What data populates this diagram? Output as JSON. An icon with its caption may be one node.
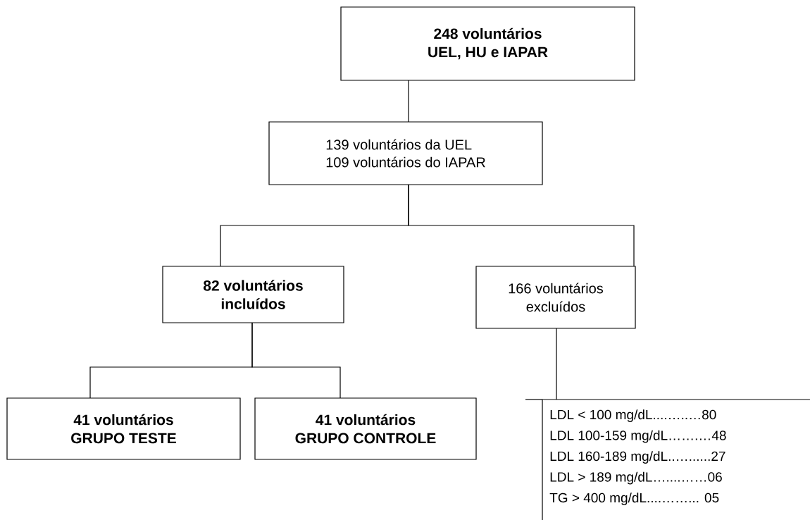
{
  "diagram": {
    "nodes": [
      {
        "text": [
          "248 voluntários",
          "UEL, HU e IAPAR"
        ]
      },
      {
        "text": [
          "139 voluntários da UEL",
          "109 voluntários do IAPAR"
        ]
      },
      {
        "text": [
          "82 voluntários",
          "incluídos"
        ]
      },
      {
        "text": [
          "166 voluntários",
          "excluídos"
        ]
      },
      {
        "text": [
          "41 voluntários",
          "GRUPO TESTE"
        ]
      },
      {
        "text": [
          "41 voluntários",
          "GRUPO CONTROLE"
        ]
      },
      {
        "text": [
          "LDL < 100 mg/dL....…..…80",
          "LDL 100-159 mg/dL…….…48",
          "LDL 160-189 mg/dL..…......27",
          "LDL > 189 mg/dL…....……06",
          "TG > 400 mg/dL....……... 05"
        ]
      }
    ],
    "edges": [
      {
        "from": 0,
        "to": 1,
        "arrow": "none"
      },
      {
        "from": 1,
        "to": 2,
        "arrow": "none"
      },
      {
        "from": 1,
        "to": 3,
        "arrow": "none"
      },
      {
        "from": 2,
        "to": 4,
        "arrow": "none"
      },
      {
        "from": 2,
        "to": 5,
        "arrow": "none"
      },
      {
        "from": 3,
        "to": 6,
        "arrow": "none"
      }
    ]
  }
}
